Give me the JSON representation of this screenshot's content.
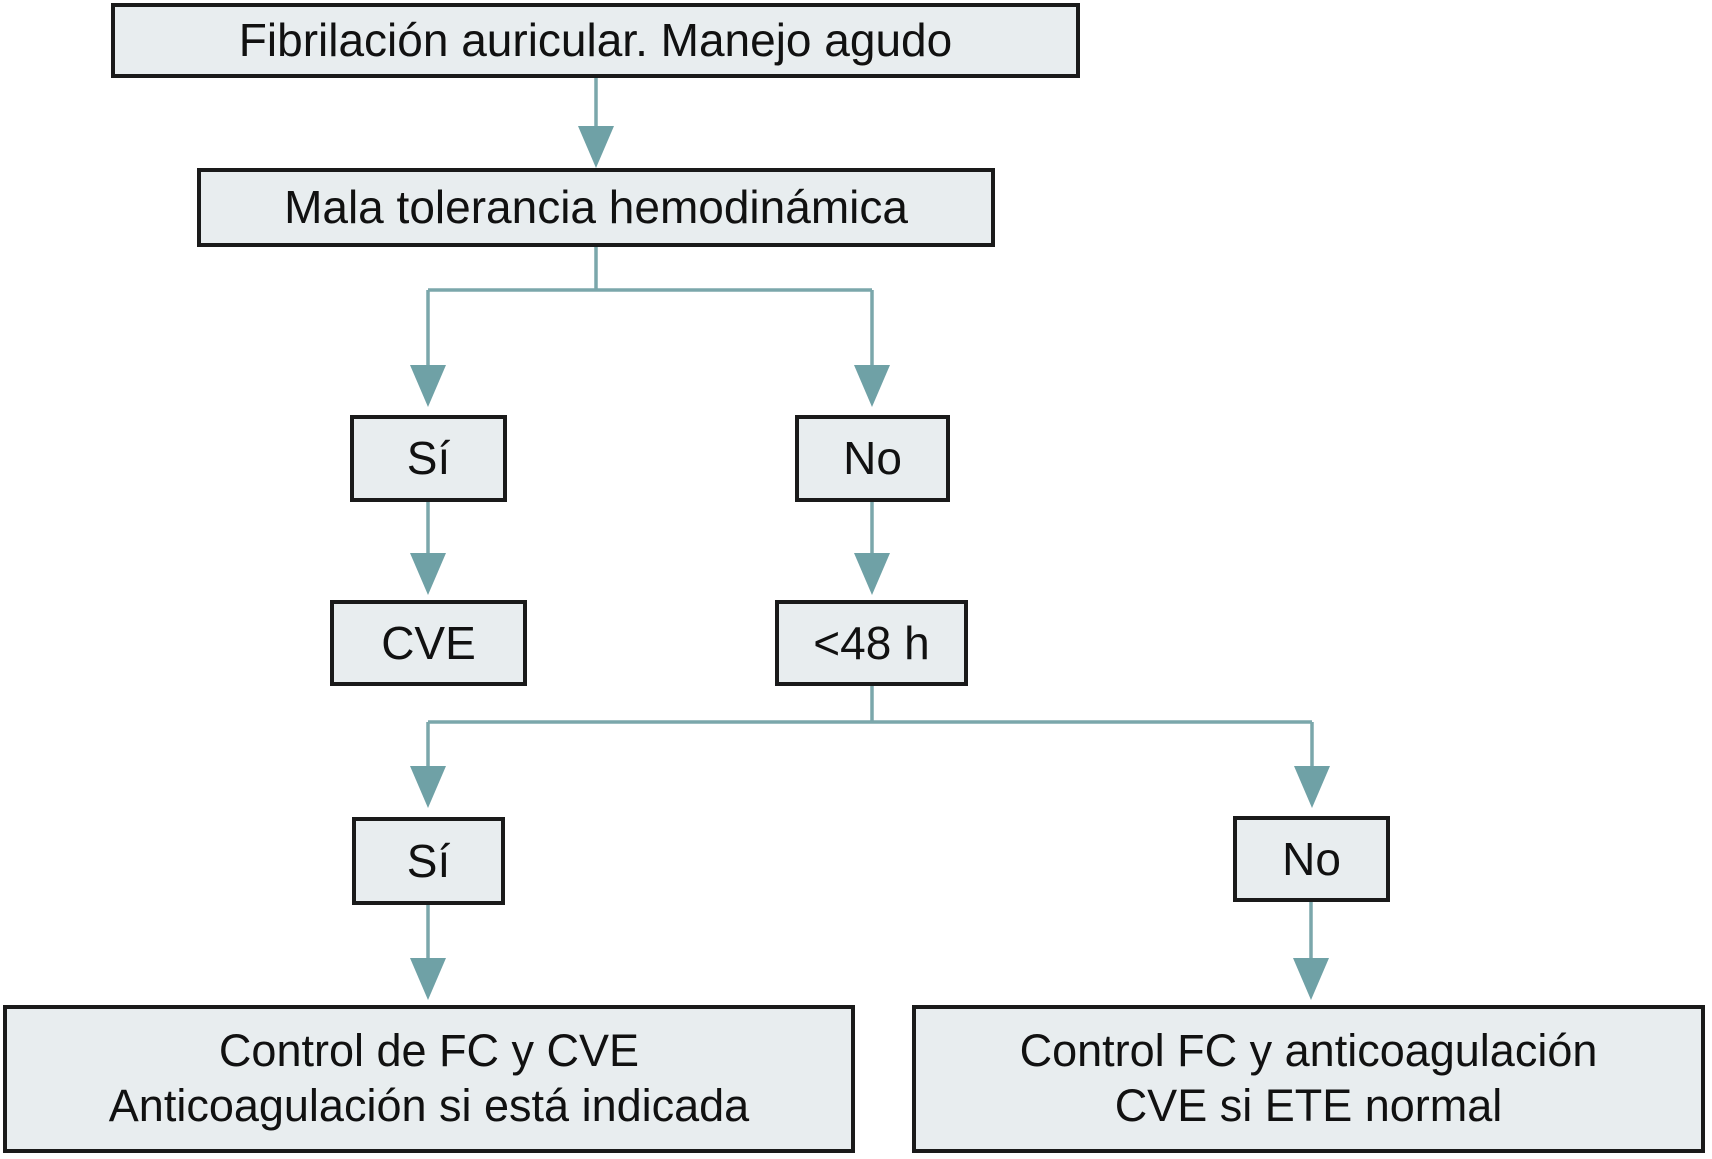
{
  "nodes": {
    "title": {
      "label": "Fibrilación auricular. Manejo agudo"
    },
    "condition": {
      "label": "Mala tolerancia hemodinámica"
    },
    "yes1": {
      "label": "Sí"
    },
    "no1": {
      "label": "No"
    },
    "cve": {
      "label": "CVE"
    },
    "under48h": {
      "label": "<48 h"
    },
    "yes2": {
      "label": "Sí"
    },
    "no2": {
      "label": "No"
    },
    "outcome_yes": {
      "line1": "Control de FC y CVE",
      "line2": "Anticoagulación si está indicada"
    },
    "outcome_no": {
      "line1": "Control FC y anticoagulación",
      "line2": "CVE si ETE normal"
    }
  },
  "colors": {
    "box_fill": "#e8edef",
    "box_border": "#1a1a1a",
    "arrow_stem": "#7ba7ab",
    "arrow_head": "#6fa1a6",
    "text": "#111111",
    "background": "#ffffff"
  }
}
